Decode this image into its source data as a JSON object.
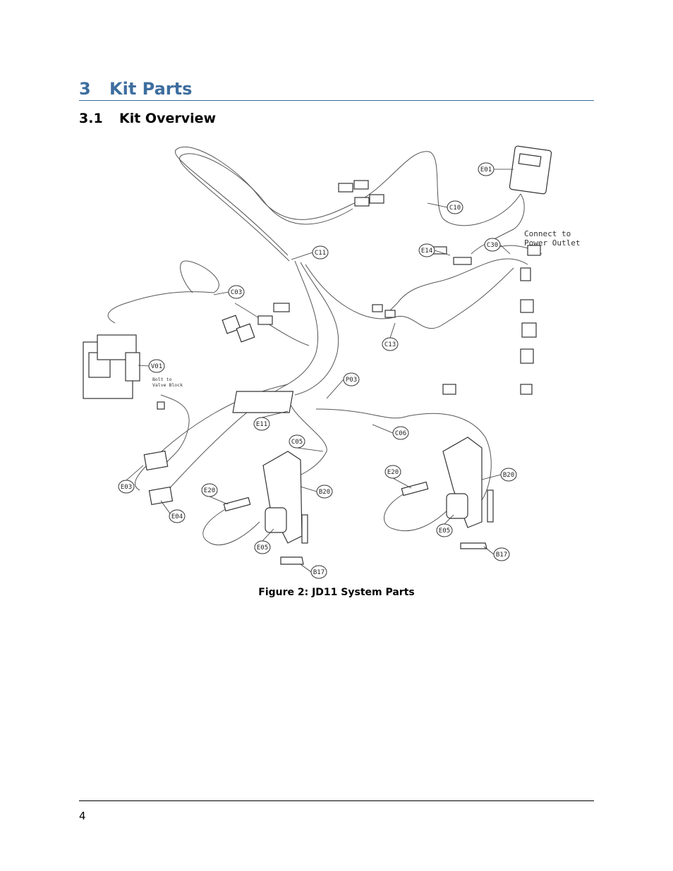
{
  "section": {
    "number": "3",
    "title": "Kit Parts"
  },
  "subsection": {
    "number": "3.1",
    "title": "Kit Overview"
  },
  "figure": {
    "caption": "Figure 2: JD11 System Parts",
    "callouts": [
      "E01",
      "C10",
      "C30",
      "E14",
      "C11",
      "C03",
      "C13",
      "V01",
      "P03",
      "E11",
      "C05",
      "C06",
      "E03",
      "E04",
      "E20",
      "B20",
      "E05",
      "B17"
    ],
    "notes": {
      "power": [
        "Connect to",
        "Power Outlet"
      ],
      "valve": [
        "Bolt to",
        "Valve Block"
      ]
    }
  },
  "footer": {
    "page_number": "4"
  }
}
